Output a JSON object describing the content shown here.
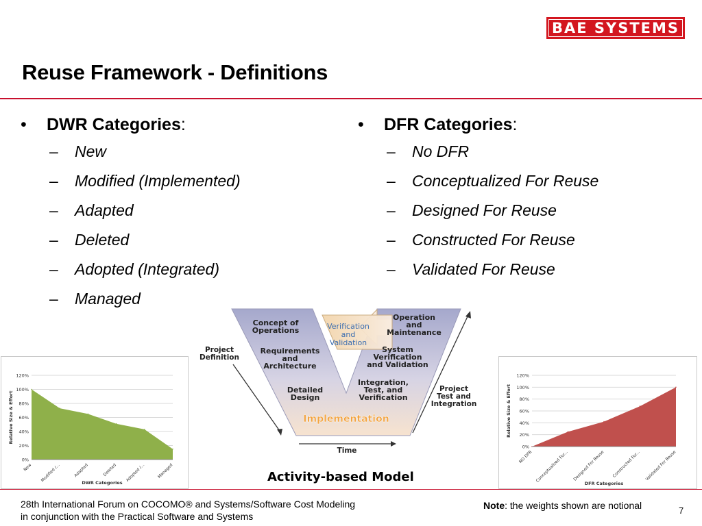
{
  "brand": {
    "logo_text": "BAE SYSTEMS",
    "color": "#d3161f"
  },
  "title": "Reuse Framework - Definitions",
  "dwr": {
    "heading": "DWR Categories",
    "suffix": ":",
    "items": [
      "New",
      "Modified (Implemented)",
      "Adapted",
      "Deleted",
      "Adopted (Integrated)",
      "Managed"
    ]
  },
  "dfr": {
    "heading": "DFR Categories",
    "suffix": ":",
    "items": [
      "No DFR",
      "Conceptualized For Reuse",
      "Designed For Reuse",
      "Constructed For Reuse",
      "Validated For Reuse"
    ]
  },
  "vmodel": {
    "caption": "Activity-based Model",
    "concept": [
      "Concept of",
      "Operations"
    ],
    "requirements": [
      "Requirements",
      "and",
      "Architecture"
    ],
    "detailed": [
      "Detailed",
      "Design"
    ],
    "implementation": "Implementation",
    "verification": [
      "Verification",
      "and",
      "Validation"
    ],
    "operation": [
      "Operation",
      "and",
      "Maintenance"
    ],
    "system_vv": [
      "System",
      "Verification",
      "and Validation"
    ],
    "integration": [
      "Integration,",
      "Test, and",
      "Verification"
    ],
    "project_definition": [
      "Project",
      "Definition"
    ],
    "project_test": [
      "Project",
      "Test and",
      "Integration"
    ],
    "time": "Time"
  },
  "chart_data": [
    {
      "type": "area",
      "title": "",
      "xlabel": "DWR Categories",
      "ylabel": "Relative Size & Effort",
      "categories": [
        "New",
        "Modified /...",
        "Adapted",
        "Deleted",
        "Adopted /...",
        "Managed"
      ],
      "values": [
        100,
        73,
        65,
        51,
        43,
        15
      ],
      "ylim": [
        0,
        120
      ],
      "yticks": [
        "0%",
        "20%",
        "40%",
        "60%",
        "80%",
        "100%",
        "120%"
      ],
      "color": "#8fb04a",
      "grid": true
    },
    {
      "type": "area",
      "title": "",
      "xlabel": "DFR Categories",
      "ylabel": "Relative Size & Effort",
      "categories": [
        "NO DFR",
        "Conceptualized For...",
        "Designed For Reuse",
        "Constructed For...",
        "Validated For Reuse"
      ],
      "values": [
        0,
        25,
        42,
        68,
        100
      ],
      "ylim": [
        0,
        120
      ],
      "yticks": [
        "0%",
        "20%",
        "40%",
        "60%",
        "80%",
        "100%",
        "120%"
      ],
      "color": "#c0504d",
      "grid": true
    }
  ],
  "footer": {
    "line1": "28th International Forum on COCOMO® and Systems/Software Cost Modeling",
    "line2": "in conjunction with the Practical Software and Systems",
    "note_label": "Note",
    "note_text": ": the weights shown are notional",
    "page": "7"
  }
}
